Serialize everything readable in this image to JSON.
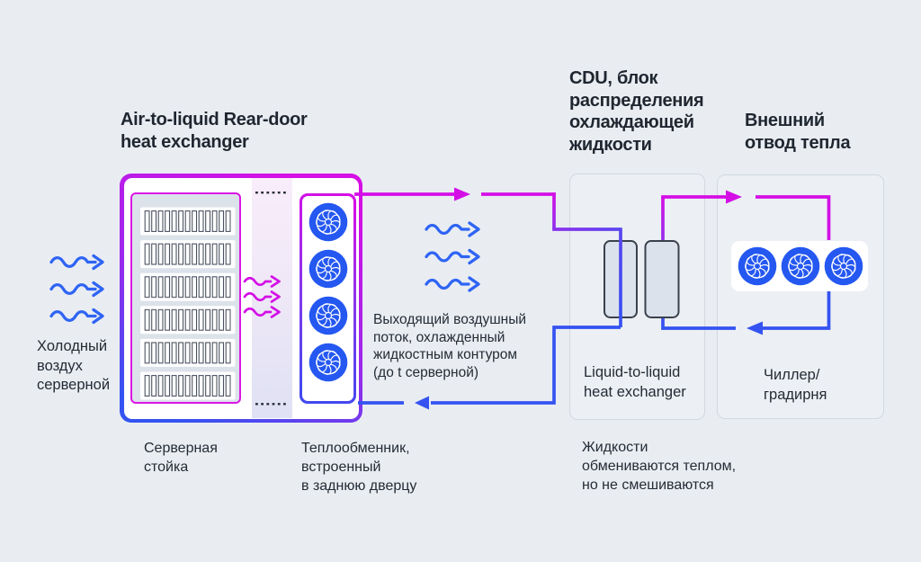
{
  "colors": {
    "background": "#e9edf2",
    "hot_line_magenta": "#d40fe6",
    "mid_line_purple": "#8c31ec",
    "cold_line_blue": "#3453f1",
    "air_arrow_blue": "#2f64f4",
    "fan_blue": "#2558f1",
    "text_dark": "#242b35",
    "rack_border_magenta": "#da16e4",
    "rack_background": "#dce2ea",
    "plate_fill": "#dce2eb",
    "plate_border": "#39414d",
    "unit_box_border": "#d2d8e0"
  },
  "icons": {
    "fan": "fan-icon",
    "airflow_arrow": "wavy-arrow-icon",
    "flow_arrowhead": "arrowhead-icon",
    "perforation": "dotted-vent-icon"
  },
  "rear_door_unit": {
    "title": "Air-to-liquid Rear-door\nheat exchanger",
    "rack_caption": "Серверная\nстойка",
    "door_hx_caption": "Теплообменник,\nвстроенный\nв заднюю дверцу",
    "fan_count": 4,
    "rack_row_count": 6
  },
  "airflow": {
    "cold_in_label": "Холодный\nвоздух\nсерверной",
    "cooled_out_label": "Выходящий воздушный\nпоток, охлажденный\nжидкостным контуром\n(до t серверной)"
  },
  "cdu_unit": {
    "title": "CDU, блок\nраспределения\nохлаждающей\nжидкости",
    "exchanger_label": "Liquid-to-liquid\nheat exchanger",
    "caption": "Жидкости\nобмениваются теплом,\nно не смешиваются",
    "plate_count": 2
  },
  "external_unit": {
    "title": "Внешний\nотвод тепла",
    "unit_label": "Чиллер/\nградирня",
    "fan_count": 3
  }
}
